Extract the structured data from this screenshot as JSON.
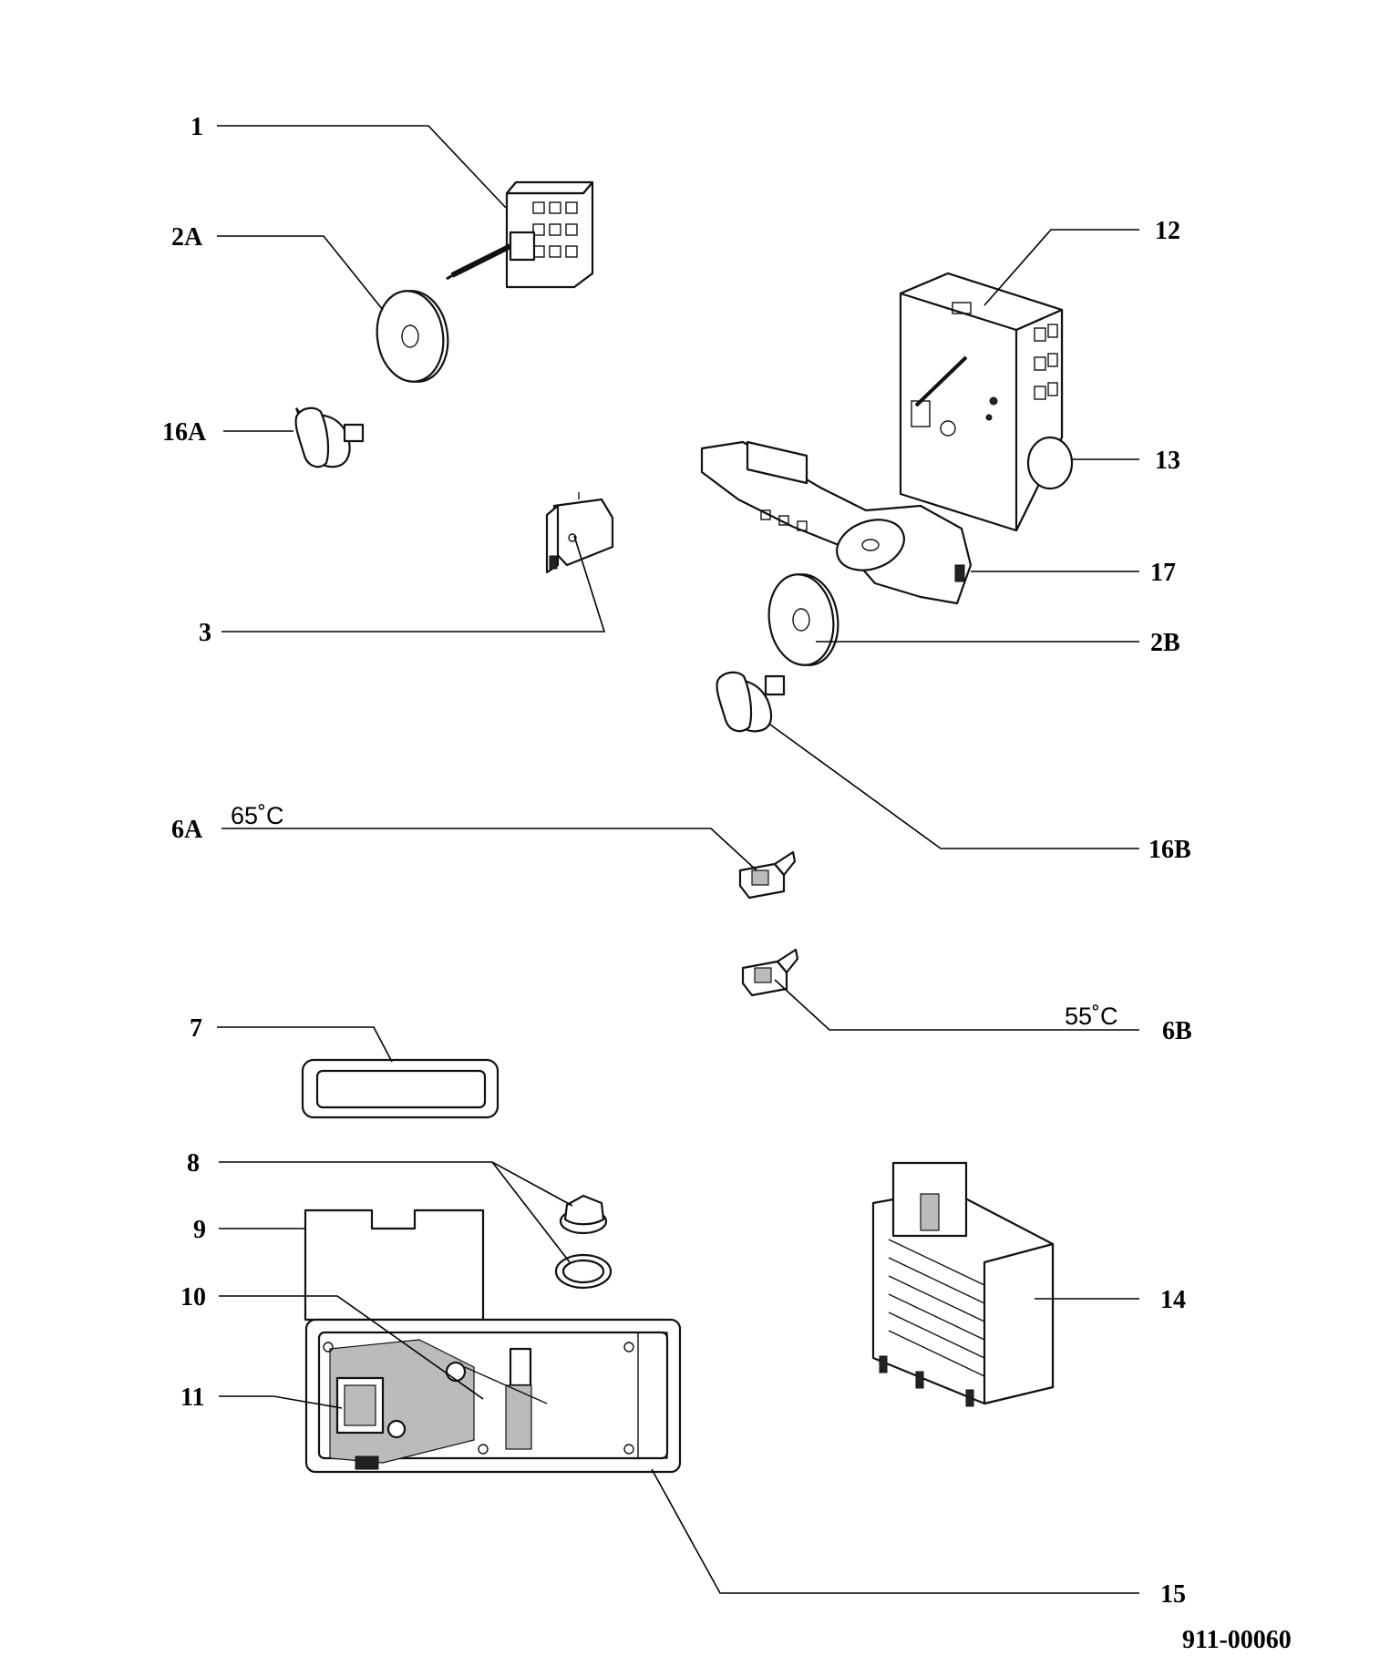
{
  "callouts": {
    "p1": "1",
    "p2A": "2A",
    "p16A": "16A",
    "p3": "3",
    "p12": "12",
    "p13": "13",
    "p17": "17",
    "p2B": "2B",
    "p16B": "16B",
    "p6A": "6A",
    "p6B": "6B",
    "p7": "7",
    "p8": "8",
    "p9": "9",
    "p10": "10",
    "p11": "11",
    "p14": "14",
    "p15": "15"
  },
  "temperatures": {
    "t6A": "65˚C",
    "t6B": "55˚C"
  },
  "document_number": "911-00060"
}
